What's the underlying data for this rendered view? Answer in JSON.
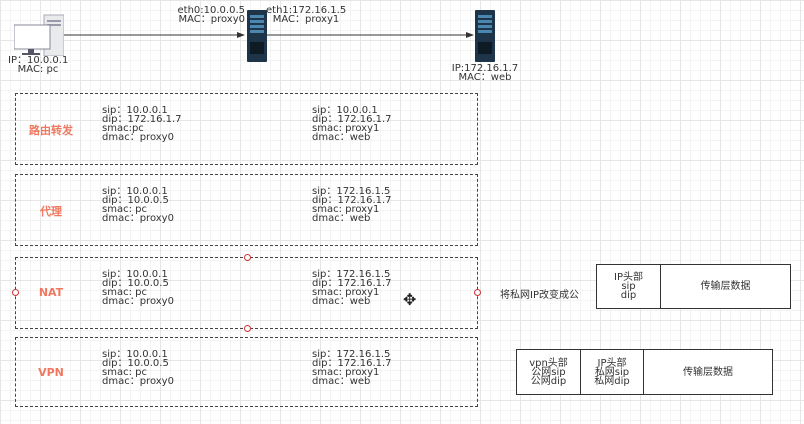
{
  "topology": {
    "pc": {
      "ip": "IP：10.0.0.1",
      "mac": "MAC: pc"
    },
    "proxy": {
      "eth0": "eth0:10.0.0.5",
      "mac0": "MAC：proxy0",
      "eth1": "eth1:172.16.1.5",
      "mac1": "MAC：proxy1"
    },
    "web": {
      "ip": "IP:172.16.1.7",
      "mac": "MAC：web"
    }
  },
  "rows": [
    {
      "label": "路由转发",
      "left": [
        "sip：10.0.0.1",
        "dip：172.16.1.7",
        "smac:pc",
        "dmac：proxy0"
      ],
      "right": [
        "sip：10.0.0.1",
        "dip：172.16.1.7",
        "smac: proxy1",
        "dmac：web"
      ]
    },
    {
      "label": "代理",
      "left": [
        "sip：10.0.0.1",
        "dip：10.0.0.5",
        "smac: pc",
        "dmac：proxy0"
      ],
      "right": [
        "sip：172.16.1.5",
        "dip：172.16.1.7",
        "smac: proxy1",
        "dmac：web"
      ]
    },
    {
      "label": "NAT",
      "left": [
        "sip：10.0.0.1",
        "dip：10.0.0.5",
        "smac: pc",
        "dmac：proxy0"
      ],
      "right": [
        "sip：172.16.1.5",
        "dip：172.16.1.7",
        "smac: proxy1",
        "dmac：web"
      ]
    },
    {
      "label": "VPN",
      "left": [
        "sip：10.0.0.1",
        "dip：10.0.0.5",
        "smac: pc",
        "dmac：proxy0"
      ],
      "right": [
        "sip：172.16.1.5",
        "dip：172.16.1.7",
        "smac: proxy1",
        "dmac：web"
      ]
    }
  ],
  "nat_note": "将私网IP改变成公",
  "packet_nat": {
    "header": [
      "IP头部",
      "sip",
      "dip"
    ],
    "payload": "传输层数据"
  },
  "packet_vpn": {
    "vpn_header": [
      "vpn头部",
      "公网sip",
      "公网dip"
    ],
    "ip_header": [
      "IP头部",
      "私网sip",
      "私网dip"
    ],
    "payload": "传输层数据"
  }
}
